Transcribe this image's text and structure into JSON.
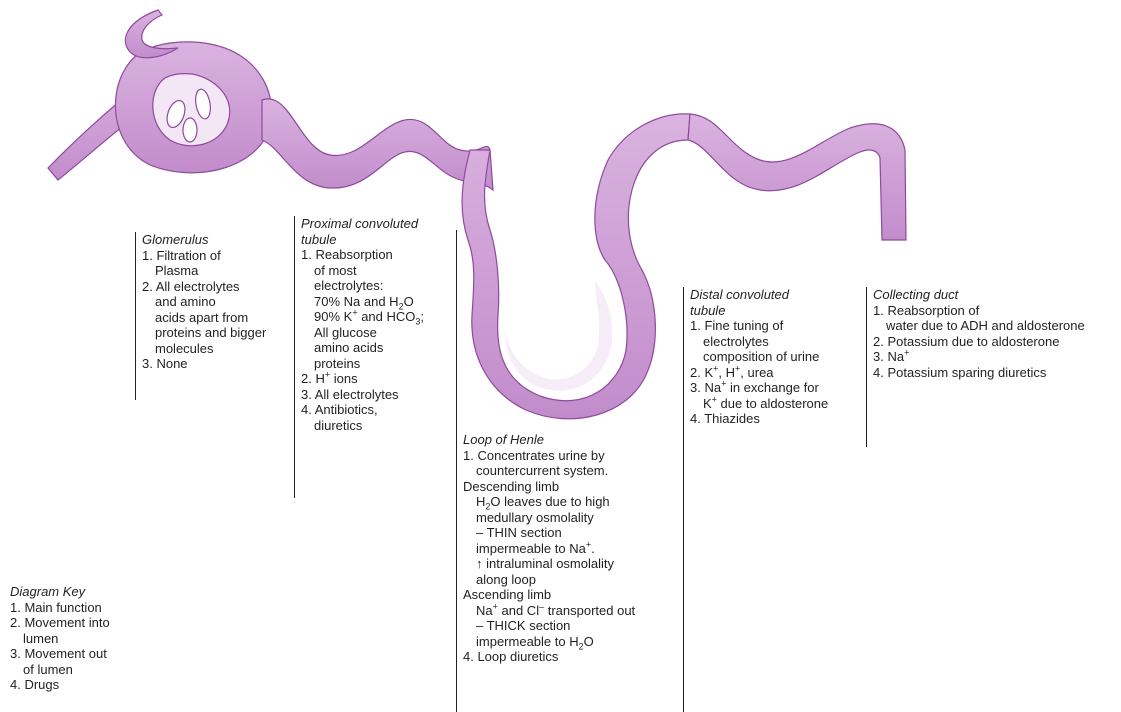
{
  "colors": {
    "tubule_fill": "#cc99d4",
    "tubule_highlight": "#f3e6f5",
    "tubule_outline": "#8f4a9c",
    "text": "#231f20"
  },
  "glomerulus": {
    "title": "Glomerulus",
    "lines": [
      "1. Filtration of",
      "Plasma",
      "2. All electrolytes",
      "and amino",
      "acids apart from",
      "proteins and bigger",
      "molecules",
      "3. None"
    ]
  },
  "pct": {
    "title_1": "Proximal convoluted",
    "title_2": "tubule",
    "lines": [
      "1. Reabsorption",
      "of most",
      "electrolytes:"
    ],
    "na": {
      "prefix": "70% Na and H",
      "sub": "2",
      "suffix": "O"
    },
    "k": {
      "prefix": "90% K",
      "sup": "+",
      "mid": " and HCO",
      "sub": "3",
      "suffix": ";"
    },
    "lines_b": [
      "All glucose",
      "amino acids",
      "proteins"
    ],
    "h": {
      "prefix": "2. H",
      "sup": "+",
      "suffix": " ions"
    },
    "lines_c": [
      "3. All electrolytes",
      "4. Antibiotics,",
      "diuretics"
    ]
  },
  "loop": {
    "title": "Loop of Henle",
    "lines_a": [
      "1. Concentrates urine by",
      "countercurrent system.",
      "Descending limb"
    ],
    "h2o_leaves": {
      "prefix": "H",
      "sub": "2",
      "suffix": "O leaves due to high"
    },
    "lines_b": [
      "medullary osmolality",
      "– THIN section"
    ],
    "imp_na": {
      "prefix": "impermeable to Na",
      "sup": "+",
      "suffix": "."
    },
    "lines_c": [
      "↑ intraluminal osmolality",
      "along loop",
      "Ascending limb"
    ],
    "nacl": {
      "prefix": "Na",
      "sup": "+",
      "mid": " and Cl",
      "sup2": "–",
      "suffix": " transported out"
    },
    "lines_d": [
      "– THICK section"
    ],
    "imp_h2o": {
      "prefix": "impermeable to H",
      "sub": "2",
      "suffix": "O"
    },
    "lines_e": [
      "4. Loop diuretics"
    ]
  },
  "dct": {
    "title_1": "Distal convoluted",
    "title_2": "tubule",
    "lines_a": [
      "1. Fine tuning of",
      "electrolytes",
      "composition of urine"
    ],
    "ions": {
      "p1": "2. K",
      "s1": "+",
      "p2": ", H",
      "s2": "+",
      "p3": ", urea"
    },
    "na_ex": {
      "prefix": "3. Na",
      "sup": "+",
      "suffix": " in exchange for"
    },
    "k_ald": {
      "prefix": "K",
      "sup": "+",
      "suffix": " due to aldosterone"
    },
    "lines_b": [
      "4. Thiazides"
    ]
  },
  "cd": {
    "title": "Collecting duct",
    "lines_a": [
      "1. Reabsorption of",
      "water due to ADH and aldosterone",
      "2. Potassium due to aldosterone"
    ],
    "na": {
      "prefix": "3. Na",
      "sup": "+"
    },
    "lines_b": [
      "4. Potassium sparing diuretics"
    ]
  },
  "key": {
    "title": "Diagram Key",
    "lines": [
      "1. Main function",
      "2. Movement into",
      "lumen",
      "3. Movement out",
      "of lumen",
      "4. Drugs"
    ]
  }
}
